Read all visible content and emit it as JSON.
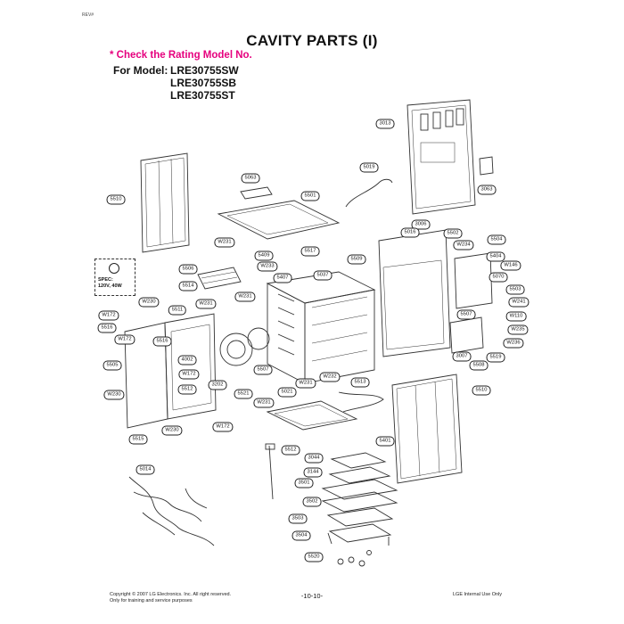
{
  "corner_mark": "REV#",
  "title": "CAVITY PARTS (I)",
  "note": "* Check the Rating Model No.",
  "models": {
    "prefix": "For Model:",
    "list": [
      "LRE30755SW",
      "LRE30755SB",
      "LRE30755ST"
    ]
  },
  "spec": {
    "line1": "SPEC:",
    "line2": "120V, 40W"
  },
  "parts": [
    "3013",
    "5063",
    "5019",
    "5501",
    "5510",
    "3063",
    "3006",
    "5016",
    "5502",
    "5504",
    "W231",
    "W234",
    "5517",
    "5409",
    "5509",
    "5404",
    "W233",
    "5506",
    "5407",
    "5037",
    "W146",
    "5070",
    "5514",
    "5503",
    "W231",
    "W230",
    "W241",
    "5511",
    "W231",
    "W172",
    "5507",
    "W110",
    "5516",
    "W235",
    "W172",
    "5516",
    "3007",
    "W236",
    "4002",
    "5519",
    "5505",
    "5508",
    "W172",
    "3202",
    "5507",
    "5513",
    "5510",
    "W231",
    "5021",
    "W232",
    "5512",
    "W230",
    "5521",
    "W231",
    "W230",
    "W172",
    "5515",
    "5401",
    "5512",
    "3044",
    "5014",
    "3144",
    "3501",
    "3502",
    "3503",
    "3504",
    "5520"
  ],
  "footer": {
    "copyright": "Copyright © 2007 LG Electronics. Inc. All right reserved.",
    "training": "Only for training and service purposes",
    "page": "-10-10-",
    "internal": "LGE Internal Use Only"
  }
}
